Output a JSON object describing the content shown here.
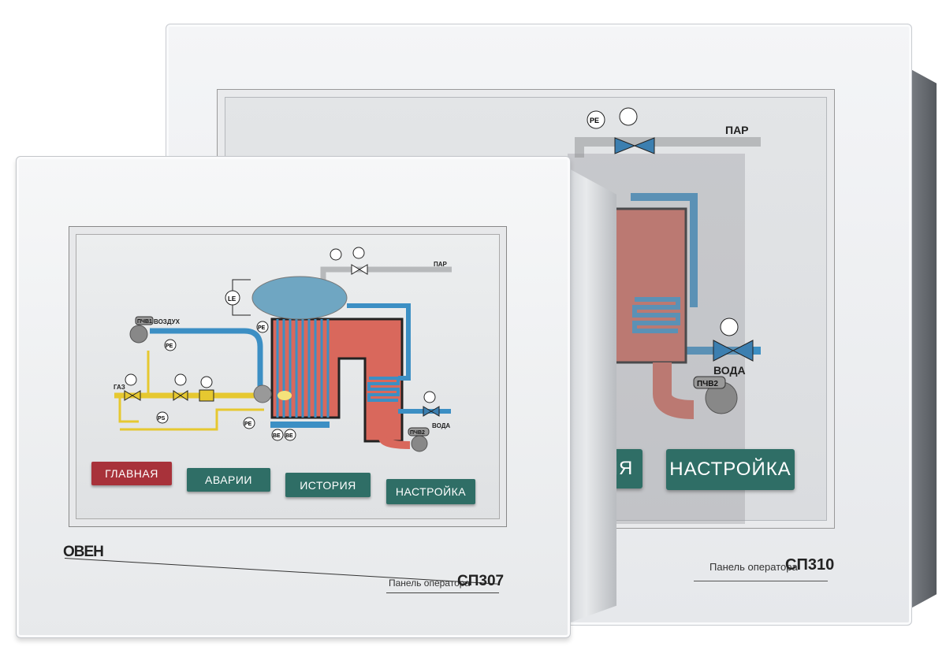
{
  "back_panel": {
    "diagram": {
      "steam_label": "ПАР",
      "water_label": "ВОДА",
      "pump_label": "ПЧВ2",
      "pressure_label": "PE"
    },
    "buttons": [
      {
        "label": "ИЯ"
      },
      {
        "label": "НАСТРОЙКА"
      }
    ],
    "caption": "Панель оператора",
    "model": "СП310"
  },
  "front_panel": {
    "brand": "ОВЕН",
    "diagram": {
      "steam_label": "ПАР",
      "water_label": "ВОДА",
      "air_label": "ВОЗДУХ",
      "gas_label": "ГАЗ",
      "fan1_label": "ПЧВ1",
      "pump2_label": "ПЧВ2",
      "level_label": "LE",
      "pe_label": "PE",
      "ps_label": "PS",
      "be_label": "BE"
    },
    "buttons": [
      {
        "label": "ГЛАВНАЯ"
      },
      {
        "label": "АВАРИИ"
      },
      {
        "label": "ИСТОРИЯ"
      },
      {
        "label": "НАСТРОЙКА"
      }
    ],
    "caption": "Панель оператора",
    "model": "СП307",
    "colors": {
      "active_button": "#a8323a",
      "button": "#2f6e66",
      "water": "#3c8fc4",
      "gas": "#e6c830",
      "furnace": "#d9685c"
    }
  }
}
